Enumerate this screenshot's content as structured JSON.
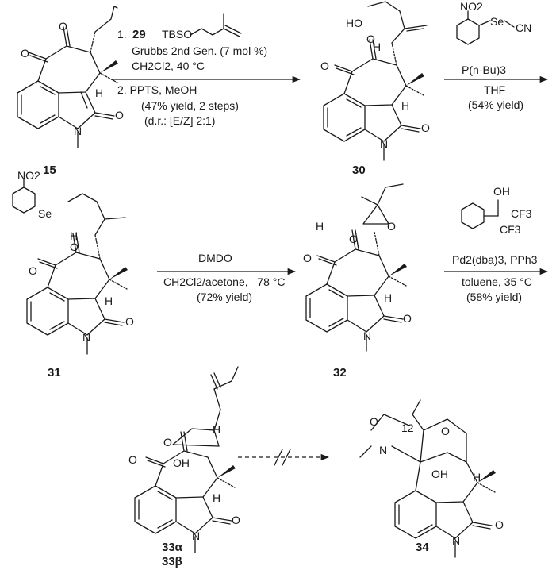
{
  "compounds": {
    "c15": "15",
    "c30": "30",
    "c31": "31",
    "c32": "32",
    "c33a": "33α",
    "c33b": "33β",
    "c34": "34"
  },
  "step1": {
    "line1_num": "1.",
    "line1_reagent": "29",
    "line1_tbso": "TBSO",
    "line2": "Grubbs 2nd Gen. (7 mol %)",
    "line3": "CH2Cl2, 40 °C",
    "line4": "2.  PPTS, MeOH",
    "line5": "(47% yield, 2 steps)",
    "line6": "(d.r.: [E/Z] 2:1)"
  },
  "step2": {
    "reagent_no2": "NO2",
    "reagent_se": "Se",
    "reagent_cn": "CN",
    "above": "P(n-Bu)3",
    "below1": "THF",
    "below2": "(54% yield)"
  },
  "step3": {
    "above": "DMDO",
    "below1": "CH2Cl2/acetone, –78 °C",
    "below2": "(72% yield)"
  },
  "step4": {
    "reagent_oh": "OH",
    "reagent_cf3a": "CF3",
    "reagent_cf3b": "CF3",
    "above": "Pd2(dba)3, PPh3",
    "below1": "toluene, 35 °C",
    "below2": "(58% yield)"
  },
  "atoms": {
    "O": "O",
    "N": "N",
    "H": "H",
    "HO": "HO",
    "OH": "OH",
    "Se": "Se",
    "NO2": "NO2",
    "c12": "12"
  }
}
